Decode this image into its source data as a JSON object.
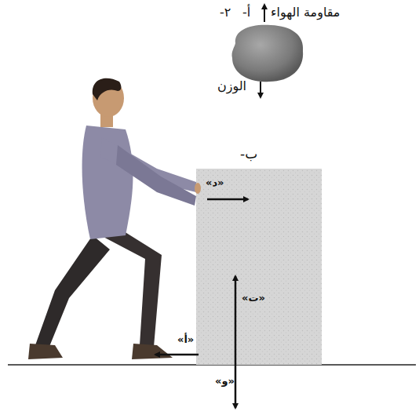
{
  "diagram": {
    "labels": [
      "٢-",
      "أ-",
      "مقاومة الهواء",
      "الوزن",
      "ب-",
      "«د»",
      "«ت»",
      "«أ»",
      "«و»"
    ]
  }
}
